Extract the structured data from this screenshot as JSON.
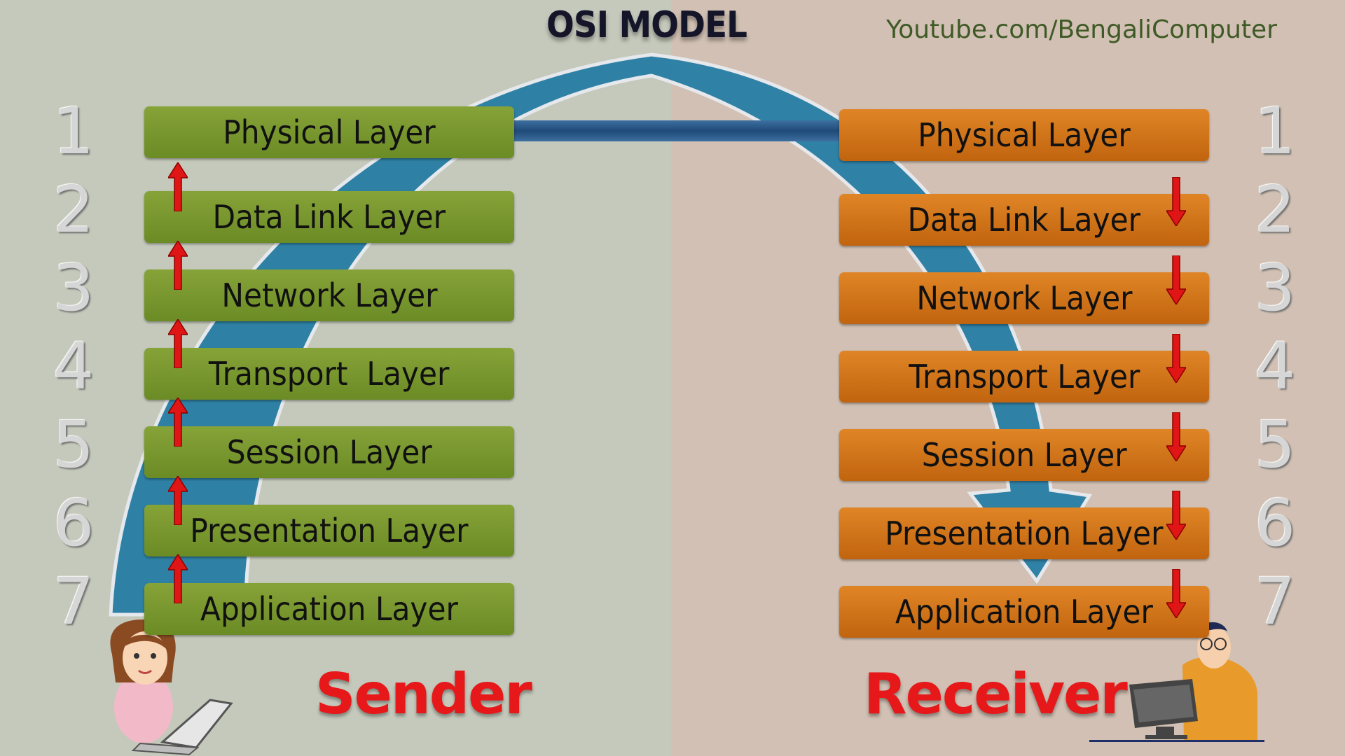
{
  "title": "OSI MODEL",
  "channel": "Youtube.com/BengaliComputer",
  "layer_numbers": [
    "1",
    "2",
    "3",
    "4",
    "5",
    "6",
    "7"
  ],
  "sender": {
    "label": "Sender",
    "layers": [
      "Physical Layer",
      "Data Link Layer",
      "Network Layer",
      "Transport  Layer",
      "Session Layer",
      "Presentation Layer",
      "Application Layer"
    ],
    "color": "#7a9a30",
    "arrow_direction": "up"
  },
  "receiver": {
    "label": "Receiver",
    "layers": [
      "Physical Layer",
      "Data Link Layer",
      "Network Layer",
      "Transport Layer",
      "Session Layer",
      "Presentation Layer",
      "Application Layer"
    ],
    "color": "#d4731a",
    "arrow_direction": "down"
  },
  "colors": {
    "flow_arc": "#2a7fa5",
    "arrow": "#e01515",
    "label": "#e6181a"
  }
}
